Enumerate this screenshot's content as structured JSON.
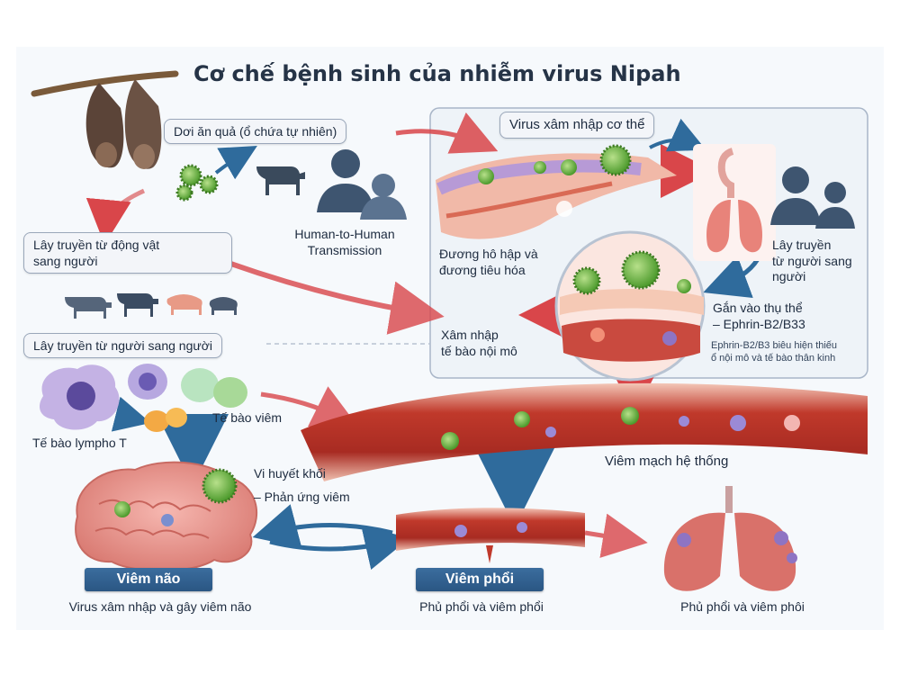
{
  "title": "Cơ chế bệnh sinh của nhiễm virus Nipah",
  "labels": {
    "bat_fruit": "Dơi ăn quả (ổ chứa tự nhiên)",
    "h2h_line1": "Human-to-Human",
    "h2h_line2": "Transmission",
    "animal_to_human_line1": "Lây truyền từ động vật",
    "animal_to_human_line2": "sang người",
    "human_to_human": "Lây truyền từ người sang người",
    "virus_entry": "Virus xâm nhập cơ thể",
    "airway_line1": "Đương hô hập và",
    "airway_line2": "đương tiêu hóa",
    "spread_line1": "Lây truyền",
    "spread_line2": "từ người sang",
    "spread_line3": "người",
    "receptor_line1": "Gắn vào thụ thể",
    "receptor_line2": "– Ephrin-B2/B33",
    "receptor_note_line1": "Ephrin-B2/B3 biêu hiện thiếu",
    "receptor_note_line2": "ổ nội mô và tế bào thân kinh",
    "endothelial_line1": "Xâm nhập",
    "endothelial_line2": "tế bào nội mô",
    "t_lymph": "Tế bào lympho T",
    "inflam_cell": "Tế bào viêm",
    "microthrombus": "Vi huyết khối",
    "inflam_reaction": "– Phản ứng viêm",
    "vasculitis": "Viêm mạch hệ thống",
    "encephalitis": "Viêm não",
    "pneumonia": "Viêm phổi",
    "encephalitis_desc": "Virus xâm nhập và gây viêm não",
    "pneumonia_desc": "Phủ phổi và viêm phổi",
    "lung_desc": "Phủ phổi và viêm phôi"
  },
  "colors": {
    "arrow_red": "#d9464a",
    "arrow_blue": "#2f6b9c",
    "ribbon_blue": "#2f5f8f",
    "virus_green": "#5fae3c",
    "vessel_red": "#c0392b",
    "silhouette": "#3e5570"
  },
  "icons": [
    "bat-icon",
    "virus-icon",
    "cow-icon",
    "pig-icon",
    "human-silhouette-icon",
    "lungs-icon",
    "brain-icon",
    "blood-vessel-icon",
    "cell-icon"
  ]
}
